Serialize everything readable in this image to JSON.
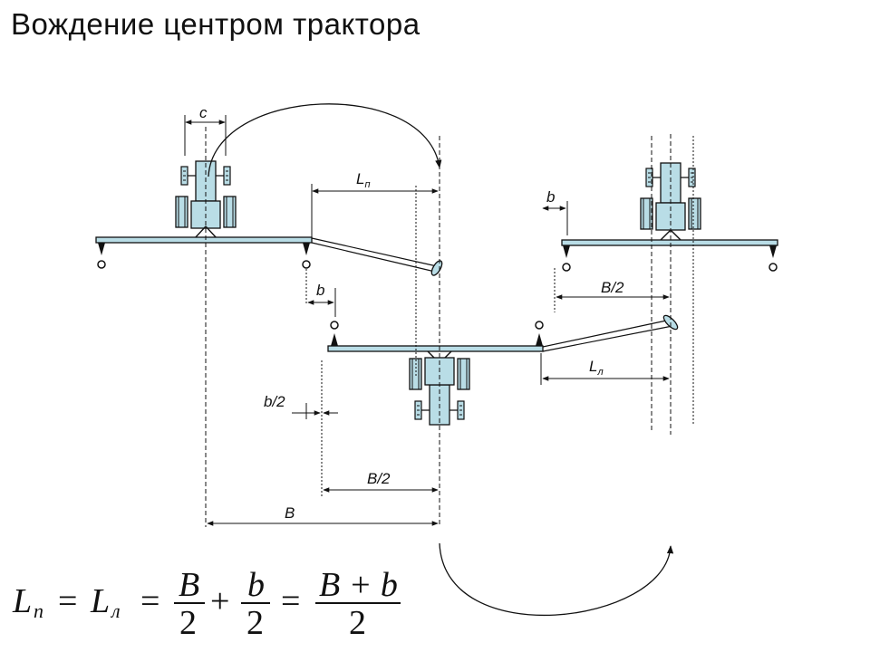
{
  "title": "Вождение центром трактора",
  "labels": {
    "c": "c",
    "L_p_top": "L",
    "L_p_top_sub": "п",
    "b_right": "b",
    "b_mid": "b",
    "B2_right": "B/2",
    "L_l": "L",
    "L_l_sub": "л",
    "b2": "b/2",
    "B2_bottom": "B/2",
    "B": "B"
  },
  "formula": {
    "lhs": "L",
    "lhs_sub": "п",
    "eq1": "=",
    "mid": "L",
    "mid_sub": "л",
    "eq2": "=",
    "frac1_num": "B",
    "frac1_den": "2",
    "plus": "+",
    "frac2_num": "b",
    "frac2_den": "2",
    "eq3": "=",
    "frac3_num": "B + b",
    "frac3_den": "2"
  },
  "colors": {
    "tractor_fill": "#b9dde6",
    "line": "#111111"
  }
}
